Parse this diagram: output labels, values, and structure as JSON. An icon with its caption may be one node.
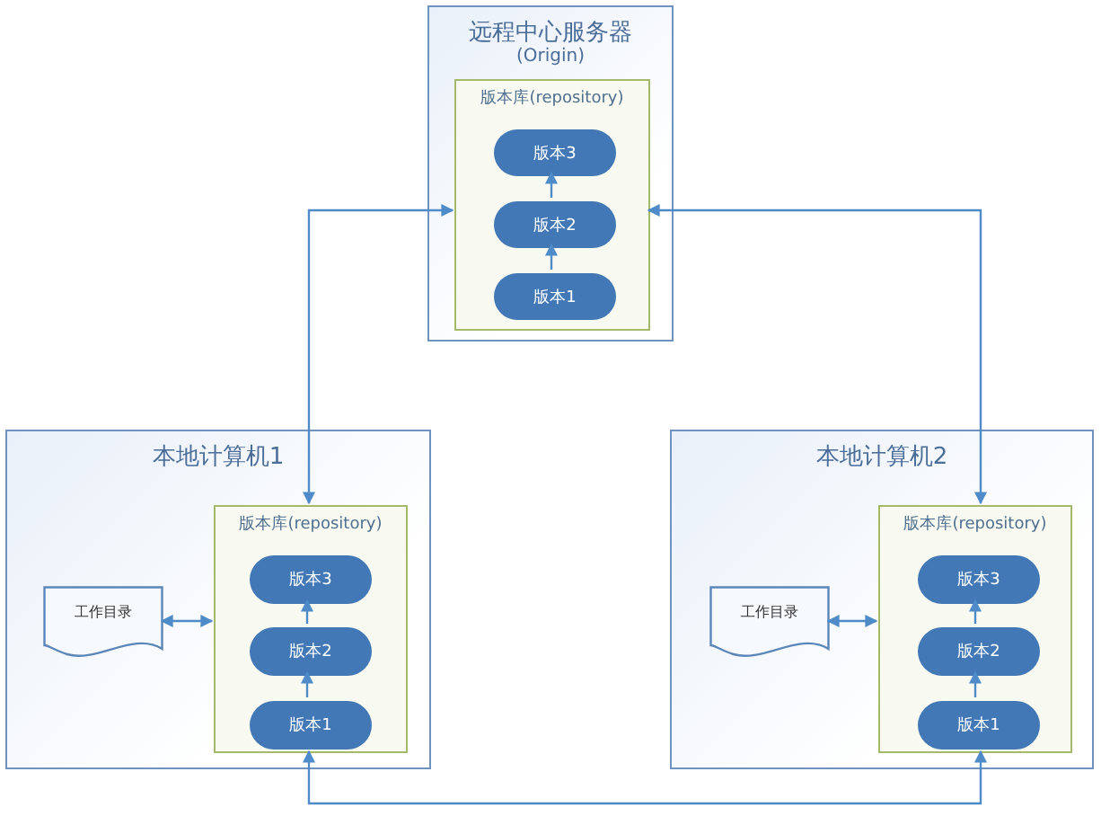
{
  "diagram": {
    "nodes": [
      {
        "text": [
          "远程中心服务器",
          "(Origin)"
        ]
      },
      {
        "text": [
          "版本库(repository)"
        ],
        "in": 0
      },
      {
        "text": [
          "版本3"
        ],
        "in": 1
      },
      {
        "text": [
          "版本2"
        ],
        "in": 1
      },
      {
        "text": [
          "版本1"
        ],
        "in": 1
      },
      {
        "text": [
          "本地计算机1"
        ]
      },
      {
        "text": [
          "工作目录"
        ],
        "in": 5
      },
      {
        "text": [
          "版本库(repository)"
        ],
        "in": 5
      },
      {
        "text": [
          "版本3"
        ],
        "in": 7
      },
      {
        "text": [
          "版本2"
        ],
        "in": 7
      },
      {
        "text": [
          "版本1"
        ],
        "in": 7
      },
      {
        "text": [
          "本地计算机2"
        ]
      },
      {
        "text": [
          "工作目录"
        ],
        "in": 11
      },
      {
        "text": [
          "版本库(repository)"
        ],
        "in": 11
      },
      {
        "text": [
          "版本3"
        ],
        "in": 13
      },
      {
        "text": [
          "版本2"
        ],
        "in": 13
      },
      {
        "text": [
          "版本1"
        ],
        "in": 13
      }
    ],
    "edges": [
      {
        "from": 4,
        "to": 3,
        "arrow": "to"
      },
      {
        "from": 3,
        "to": 2,
        "arrow": "to"
      },
      {
        "from": 10,
        "to": 9,
        "arrow": "to"
      },
      {
        "from": 9,
        "to": 8,
        "arrow": "to"
      },
      {
        "from": 16,
        "to": 15,
        "arrow": "to"
      },
      {
        "from": 15,
        "to": 14,
        "arrow": "to"
      },
      {
        "from": 1,
        "to": 7,
        "arrow": "both"
      },
      {
        "from": 1,
        "to": 13,
        "arrow": "both"
      },
      {
        "from": 7,
        "to": 13,
        "arrow": "both"
      },
      {
        "from": 6,
        "to": 7,
        "arrow": "both"
      },
      {
        "from": 12,
        "to": 13,
        "arrow": "both"
      }
    ]
  }
}
